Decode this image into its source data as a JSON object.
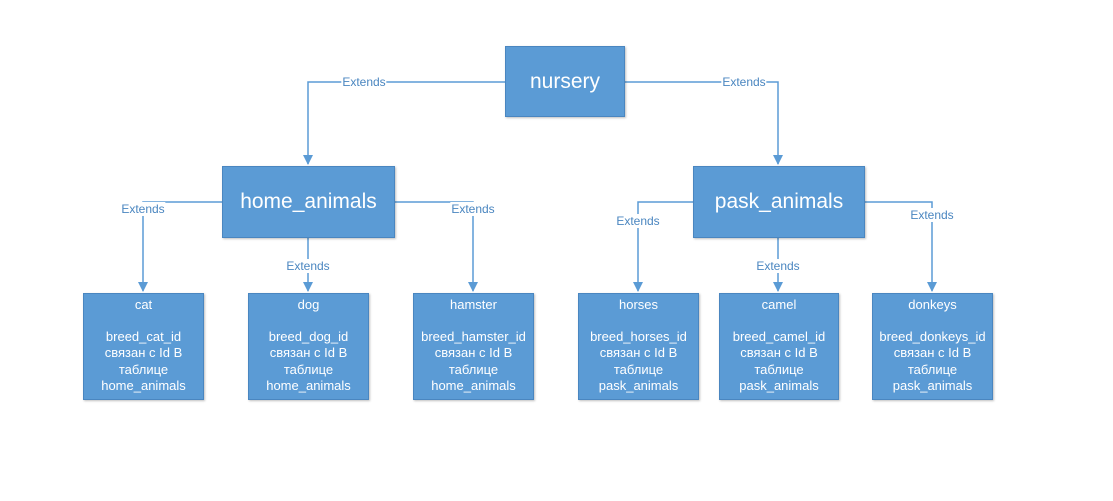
{
  "diagram": {
    "root": {
      "label": "nursery"
    },
    "groups": [
      {
        "label": "home_animals",
        "edge_label": "Extends"
      },
      {
        "label": "pask_animals",
        "edge_label": "Extends"
      }
    ],
    "leaves": [
      {
        "title": "cat",
        "lines": [
          "breed_cat_id",
          "связан с Id В",
          "таблице",
          "home_animals"
        ],
        "edge_label": "Extends"
      },
      {
        "title": "dog",
        "lines": [
          "breed_dog_id",
          "связан с Id В",
          "таблице",
          "home_animals"
        ],
        "edge_label": "Extends"
      },
      {
        "title": "hamster",
        "lines": [
          "breed_hamster_id",
          "связан с Id В",
          "таблице",
          "home_animals"
        ],
        "edge_label": "Extends"
      },
      {
        "title": "horses",
        "lines": [
          "breed_horses_id",
          "связан с Id В",
          "таблице",
          "pask_animals"
        ],
        "edge_label": "Extends"
      },
      {
        "title": "camel",
        "lines": [
          "breed_camel_id",
          "связан с Id В",
          "таблице",
          "pask_animals"
        ],
        "edge_label": "Extends"
      },
      {
        "title": "donkeys",
        "lines": [
          "breed_donkeys_id",
          "связан с Id В",
          "таблице",
          "pask_animals"
        ],
        "edge_label": "Extends"
      }
    ],
    "colors": {
      "box_fill": "#5b9bd5",
      "connector": "#5b9bd5",
      "label_text": "#4a86c0"
    }
  }
}
